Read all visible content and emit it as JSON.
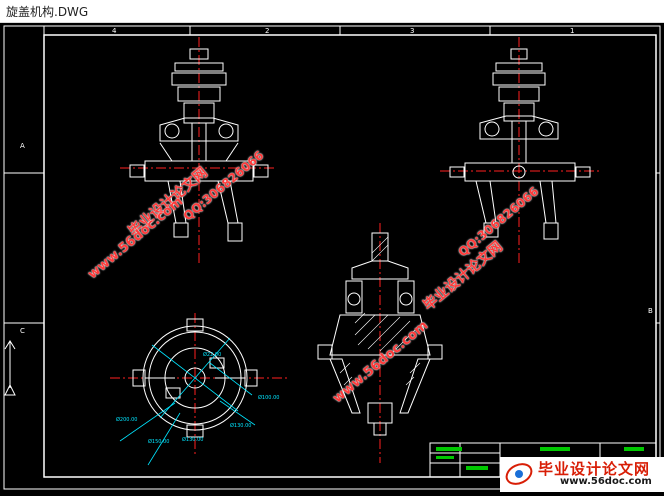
{
  "window": {
    "title": "旋盖机构.DWG"
  },
  "frame": {
    "top_zones": [
      "4",
      "3",
      "2",
      "1"
    ],
    "side_zones": [
      "A",
      "B",
      "C"
    ]
  },
  "dims": {
    "d_small": "Ø22.00",
    "d1": "Ø100.00",
    "d2": "Ø200.00",
    "d3": "Ø130.00",
    "d4": "Ø130.00",
    "d5": "Ø150.00"
  },
  "watermarks": {
    "wm1": "毕业设计论文网",
    "wm2": "www.56doc.com",
    "wm3": "QQ:306826066",
    "wm4": "毕业设计论文网",
    "wm5": "www.56doc.com",
    "wm6": "QQ:306826066"
  },
  "footer": {
    "brand": "毕业设计论文网",
    "url": "www.56doc.com"
  },
  "colors": {
    "background": "#000000",
    "drawing": "#ffffff",
    "centerline": "#ff2020",
    "dimension": "#00e5ff",
    "title_block_fill": "#00c800",
    "watermark": "#ff3b3b"
  }
}
